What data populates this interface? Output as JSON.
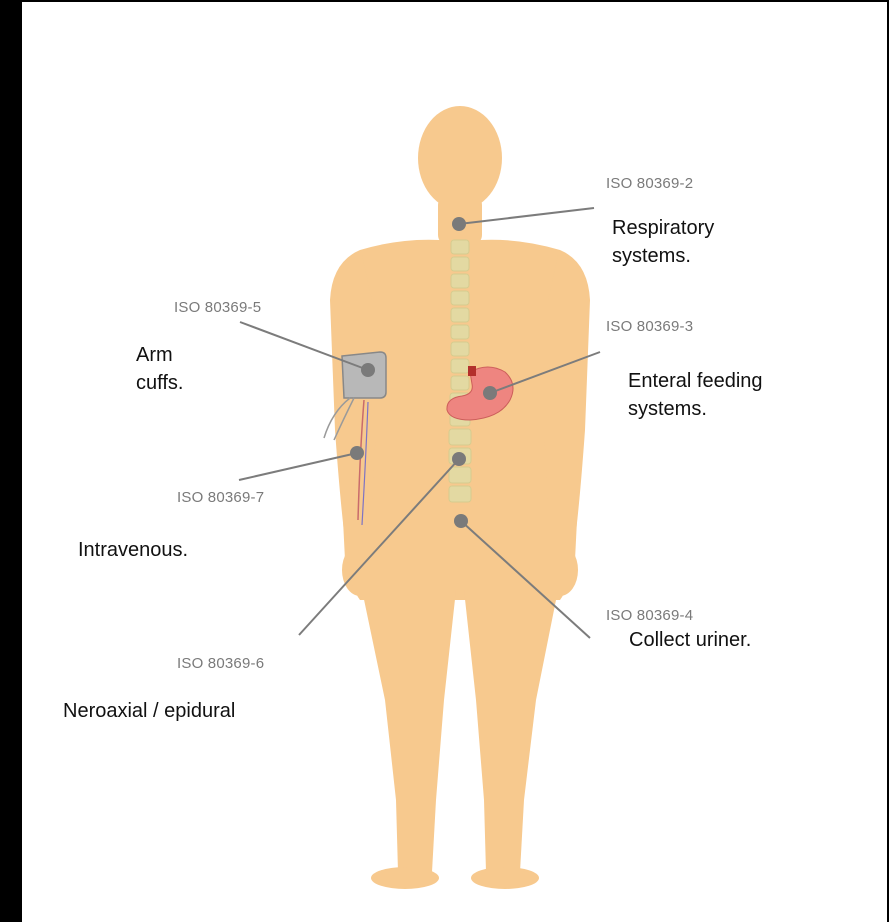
{
  "annotations": [
    {
      "id": "respiratory",
      "standard": "ISO 80369-2",
      "line1": "Respiratory",
      "line2": "systems."
    },
    {
      "id": "enteral",
      "standard": "ISO 80369-3",
      "line1": "Enteral feeding",
      "line2": "systems."
    },
    {
      "id": "arm-cuffs",
      "standard": "ISO 80369-5",
      "line1": "Arm",
      "line2": "cuffs."
    },
    {
      "id": "intravenous",
      "standard": "ISO 80369-7",
      "line1": "Intravenous.",
      "line2": ""
    },
    {
      "id": "urine",
      "standard": "ISO 80369-4",
      "line1": "Collect uriner.",
      "line2": ""
    },
    {
      "id": "neuraxial",
      "standard": "ISO 80369-6",
      "line1": "Neroaxial / epidural",
      "line2": ""
    }
  ],
  "colors": {
    "body": "#F7C98E",
    "spine": "#E3D9A2",
    "pointer": "#7c7c7c",
    "cuff": "#b8b8b8",
    "stomach": "#EE8580"
  }
}
